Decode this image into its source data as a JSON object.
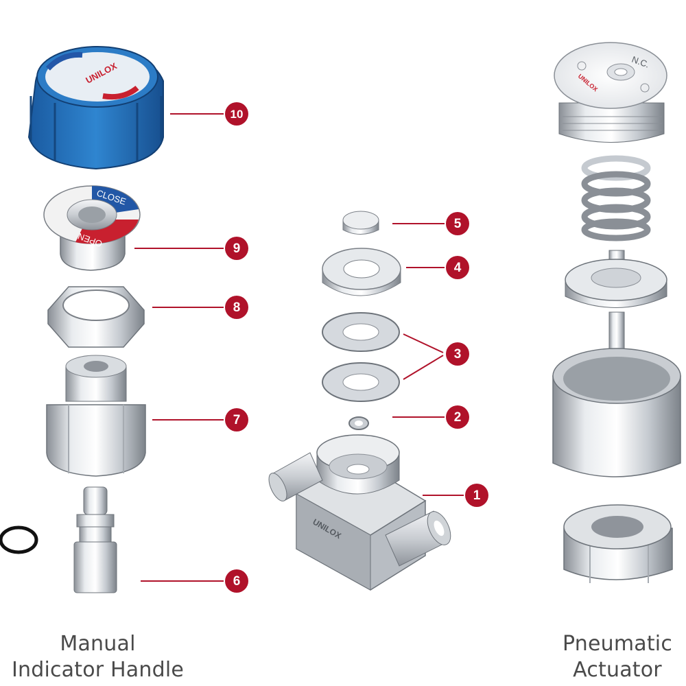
{
  "captions": {
    "manual": [
      "Manual",
      "Indicator Handle"
    ],
    "pneumatic": [
      "Pneumatic",
      "Actuator"
    ]
  },
  "brand": "UNILOX",
  "indicator_text": {
    "close": "CLOSE",
    "open": "OPEN"
  },
  "actuator_cap_text": "N.C.",
  "callouts": [
    "1",
    "2",
    "3",
    "4",
    "5",
    "6",
    "7",
    "8",
    "9",
    "10"
  ],
  "colors": {
    "callout_red": "#b0122a",
    "handle_blue": "#1f6fb8",
    "close_blue": "#2257a6",
    "open_red": "#c8202f",
    "caption_gray": "#4a4a4a"
  }
}
